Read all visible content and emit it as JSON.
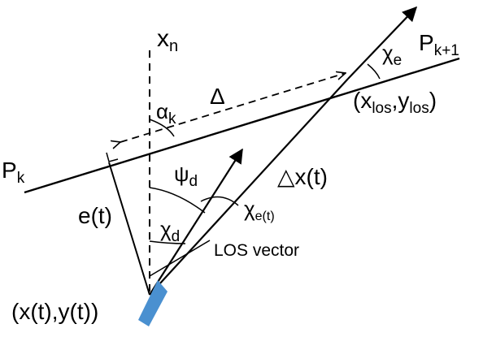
{
  "labels": {
    "x_n": {
      "base": "x",
      "sub": "n"
    },
    "alpha_k": {
      "base": "α",
      "sub": "k"
    },
    "delta": "Δ",
    "p_k": {
      "base": "P",
      "sub": "k"
    },
    "p_k1": {
      "base": "P",
      "sub": "k+1"
    },
    "chi_e": {
      "base": "χ",
      "sub": "e"
    },
    "los_point": {
      "open": "(x",
      "sub1": "los",
      "mid": ",y",
      "sub2": "los",
      "close": ")"
    },
    "psi_d": {
      "base": "ψ",
      "sub": "d"
    },
    "chi_d": {
      "base": "χ",
      "sub": "d"
    },
    "chi_e_t": {
      "base": "χ",
      "sub": "e(t)"
    },
    "delta_x_t": "△x(t)",
    "e_t": "e(t)",
    "los_vector": "LOS vector",
    "vehicle_pos": "(x(t),y(t))"
  },
  "colors": {
    "line": "#000000",
    "vehicle": "#4a90d0"
  }
}
